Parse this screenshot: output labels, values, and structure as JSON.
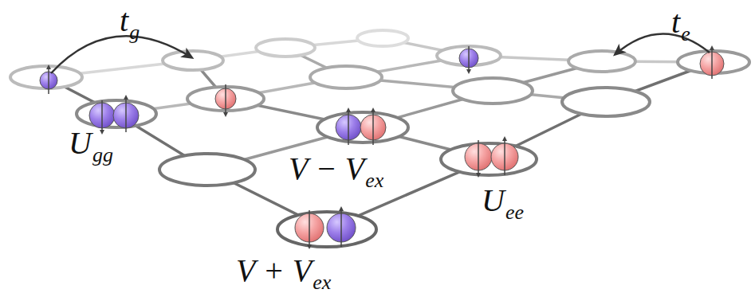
{
  "diagram": {
    "labels": [
      "t",
      "g",
      "t",
      "e",
      "U",
      "gg",
      "V − V",
      "ex",
      "U",
      "ee",
      "V + V",
      "ex"
    ]
  }
}
